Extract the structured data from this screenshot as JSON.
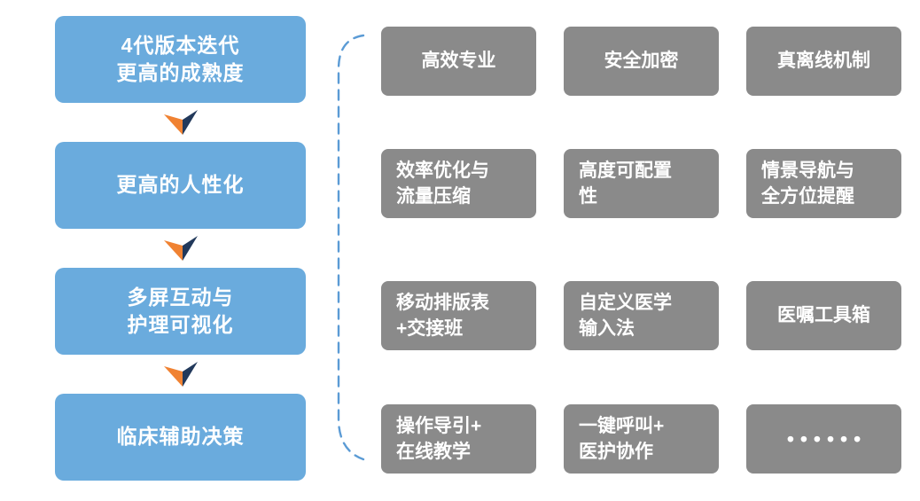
{
  "colors": {
    "flow_box_blue": "#6AABDD",
    "feature_box_gray": "#8A8A8A",
    "arrow_orange": "#F08232",
    "arrow_navy": "#22395B",
    "brace_blue": "#5B9BD5",
    "text_white": "#FFFFFF"
  },
  "left_flow": {
    "steps": [
      {
        "label": "4代版本迭代\n更高的成熟度"
      },
      {
        "label": "更高的人性化"
      },
      {
        "label": "多屏互动与\n护理可视化"
      },
      {
        "label": "临床辅助决策"
      }
    ]
  },
  "feature_grid": {
    "rows": [
      [
        "高效专业",
        "安全加密",
        "真离线机制"
      ],
      [
        "效率优化与\n流量压缩",
        "高度可配置\n性",
        "情景导航与\n全方位提醒"
      ],
      [
        "移动排版表\n+交接班",
        "自定义医学\n输入法",
        "医嘱工具箱"
      ],
      [
        "操作导引+\n在线教学",
        "一键呼叫+\n医护协作",
        "••••••"
      ]
    ]
  }
}
